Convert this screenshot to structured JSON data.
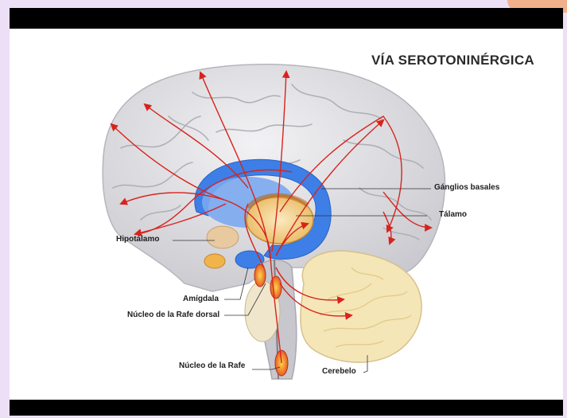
{
  "title": "VÍA SEROTONINÉRGICA",
  "labels": {
    "ganglios_basales": "Gánglios basales",
    "talamo": "Tálamo",
    "hipotalamo": "Hipotálamo",
    "amigdala": "Amígdala",
    "nucleo_rafe_dorsal": "Núcleo de la Rafe dorsal",
    "nucleo_rafe": "Núcleo de la Rafe",
    "cerebelo": "Cerebelo"
  },
  "colors": {
    "frame": "#000000",
    "background": "#ede0f6",
    "pathway_arrows": "#d8231c",
    "basal_ganglia": "#3d7fe6",
    "thalamus": "#f3d38a",
    "brain_tissue": "#dcdce0",
    "cerebellum": "#f5e6b8"
  }
}
